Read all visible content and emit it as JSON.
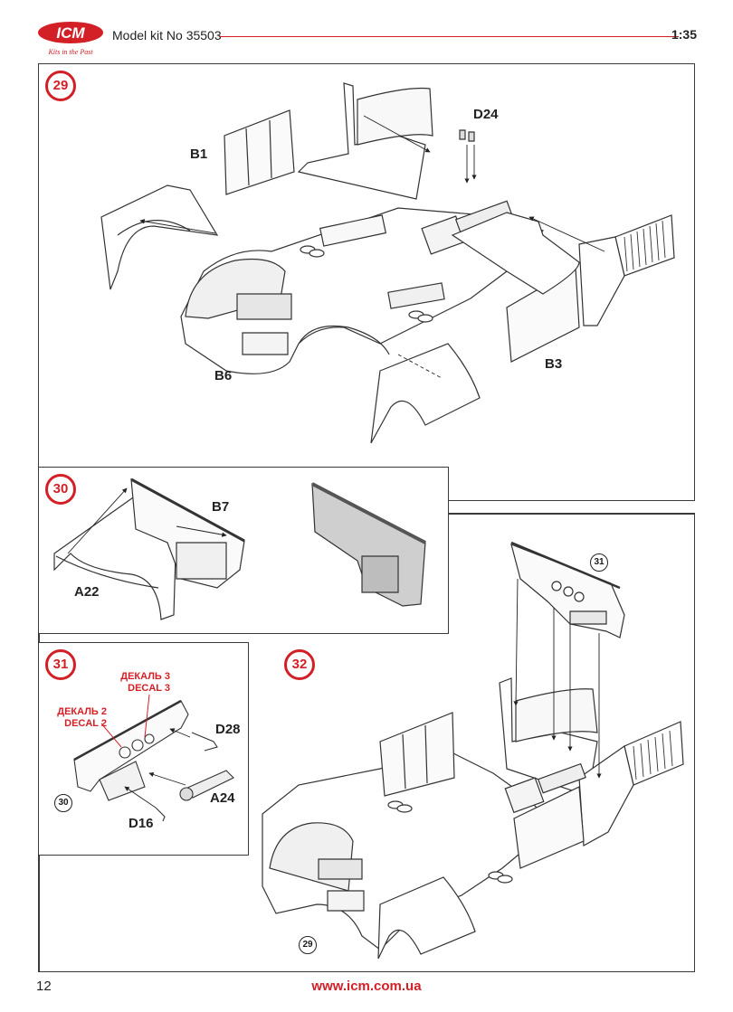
{
  "header": {
    "brand": "ICM",
    "tagline": "Kits in the Past",
    "title": "Model kit No 35503",
    "scale": "1:35",
    "accent_color": "#d32027"
  },
  "steps": {
    "s29": {
      "number": "29",
      "labels": {
        "b1": "B1",
        "b3": "B3",
        "b6": "B6",
        "d24": "D24"
      }
    },
    "s30": {
      "number": "30",
      "labels": {
        "b7": "B7",
        "a22": "A22"
      }
    },
    "s31": {
      "number": "31",
      "labels": {
        "d28": "D28",
        "a24": "A24",
        "d16": "D16"
      },
      "decal_2": [
        "ДЕКАЛЬ 2",
        "DECAL 2"
      ],
      "decal_3": [
        "ДЕКАЛЬ 3",
        "DECAL 3"
      ],
      "ref": "30"
    },
    "s32": {
      "number": "32",
      "ref_top": "31",
      "ref_bottom": "29"
    }
  },
  "footer": {
    "page_number": "12",
    "url": "www.icm.com.ua"
  }
}
